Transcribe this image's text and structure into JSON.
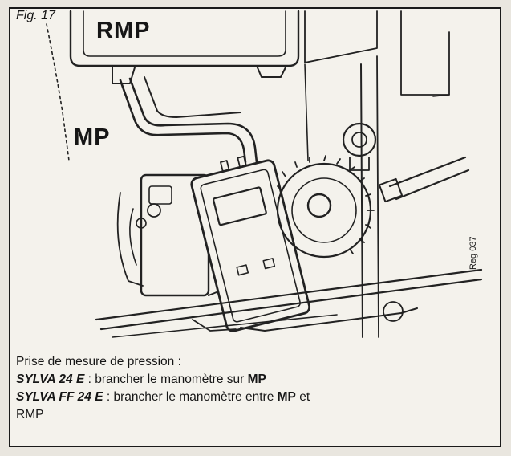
{
  "figure": {
    "label": "Fig. 17",
    "labels": {
      "rmp": "RMP",
      "mp": "MP"
    },
    "reference": "Reg 037"
  },
  "caption": {
    "title": "Prise de mesure de pression :",
    "line1": {
      "model": "SYLVA 24 E",
      "text": " : brancher le manomètre sur ",
      "point": "MP"
    },
    "line2": {
      "model": "SYLVA FF 24 E",
      "text": " : brancher le manomètre entre ",
      "point1": "MP",
      "connector": " et",
      "point2": "RMP"
    }
  }
}
